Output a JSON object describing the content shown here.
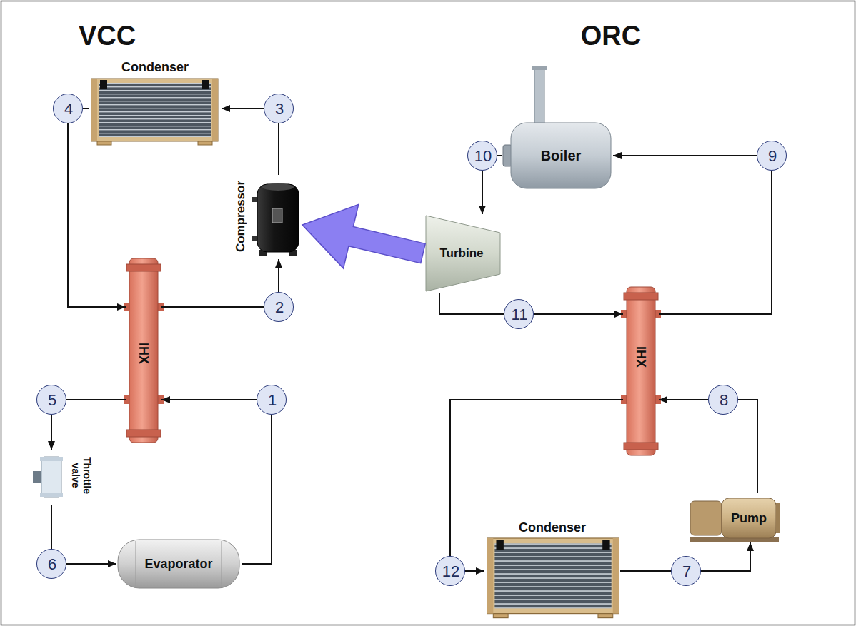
{
  "diagram": {
    "nodes": [
      {
        "text": [
          "Condenser"
        ]
      },
      {
        "text": [
          "4"
        ]
      },
      {
        "text": [
          "3"
        ]
      },
      {
        "text": [
          "Boiler"
        ]
      },
      {
        "text": [
          "10"
        ]
      },
      {
        "text": [
          "9"
        ]
      },
      {
        "text": [
          "Compressor"
        ]
      },
      {
        "text": [
          "Turbine"
        ]
      },
      {
        "text": [
          "IHX"
        ]
      },
      {
        "text": [
          "2"
        ]
      },
      {
        "text": [
          "11"
        ]
      },
      {
        "text": [
          "IHX"
        ]
      },
      {
        "text": [
          "5"
        ]
      },
      {
        "text": [
          "1"
        ]
      },
      {
        "text": [
          "8"
        ]
      },
      {
        "text": [
          "Throttle valve"
        ]
      },
      {
        "text": [
          "Pump"
        ]
      },
      {
        "text": [
          "6"
        ]
      },
      {
        "text": [
          "Evaporator"
        ]
      },
      {
        "text": [
          "12"
        ]
      },
      {
        "text": [
          "Condenser"
        ]
      },
      {
        "text": [
          "7"
        ]
      }
    ],
    "edges": [
      {
        "from": 2,
        "to": 0,
        "arrow": "to"
      },
      {
        "from": 0,
        "to": 1,
        "arrow": "none"
      },
      {
        "from": 1,
        "to": 8,
        "arrow": "to"
      },
      {
        "from": 8,
        "to": 9,
        "arrow": "none"
      },
      {
        "from": 9,
        "to": 6,
        "arrow": "to"
      },
      {
        "from": 6,
        "to": 2,
        "arrow": "none"
      },
      {
        "from": 13,
        "to": 8,
        "arrow": "to"
      },
      {
        "from": 8,
        "to": 12,
        "arrow": "none"
      },
      {
        "from": 12,
        "to": 15,
        "arrow": "to"
      },
      {
        "from": 15,
        "to": 17,
        "arrow": "none"
      },
      {
        "from": 17,
        "to": 18,
        "arrow": "to"
      },
      {
        "from": 18,
        "to": 13,
        "arrow": "none"
      },
      {
        "from": 3,
        "to": 4,
        "arrow": "none"
      },
      {
        "from": 4,
        "to": 7,
        "arrow": "to"
      },
      {
        "from": 7,
        "to": 10,
        "arrow": "none"
      },
      {
        "from": 10,
        "to": 11,
        "arrow": "to"
      },
      {
        "from": 11,
        "to": 5,
        "arrow": "none"
      },
      {
        "from": 5,
        "to": 3,
        "arrow": "to"
      },
      {
        "from": 7,
        "to": 6,
        "arrow": "to"
      },
      {
        "from": 14,
        "to": 11,
        "arrow": "to"
      },
      {
        "from": 16,
        "to": 14,
        "arrow": "none"
      },
      {
        "from": 21,
        "to": 16,
        "arrow": "to"
      },
      {
        "from": 20,
        "to": 21,
        "arrow": "none"
      },
      {
        "from": 19,
        "to": 20,
        "arrow": "to"
      },
      {
        "from": 11,
        "to": 19,
        "arrow": "none"
      }
    ],
    "labels": [
      "VCC",
      "ORC"
    ]
  }
}
